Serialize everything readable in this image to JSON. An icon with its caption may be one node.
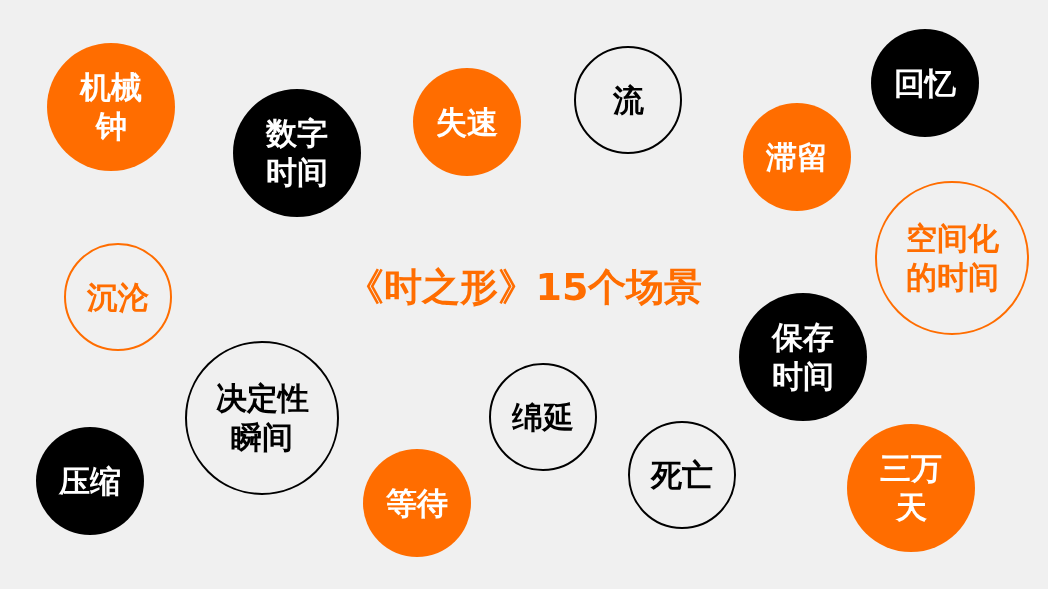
{
  "diagram": {
    "title": "《时之形》15个场景",
    "nodes": [
      {
        "text": [
          "机械钟"
        ]
      },
      {
        "text": [
          "数字时间"
        ]
      },
      {
        "text": [
          "失速"
        ]
      },
      {
        "text": [
          "流"
        ]
      },
      {
        "text": [
          "回忆"
        ]
      },
      {
        "text": [
          "滞留"
        ]
      },
      {
        "text": [
          "空间化的时间"
        ]
      },
      {
        "text": [
          "沉沦"
        ]
      },
      {
        "text": [
          "保存时间"
        ]
      },
      {
        "text": [
          "决定性瞬间"
        ]
      },
      {
        "text": [
          "绵延"
        ]
      },
      {
        "text": [
          "死亡"
        ]
      },
      {
        "text": [
          "压缩"
        ]
      },
      {
        "text": [
          "等待"
        ]
      },
      {
        "text": [
          "三万天"
        ]
      }
    ],
    "edges": []
  }
}
